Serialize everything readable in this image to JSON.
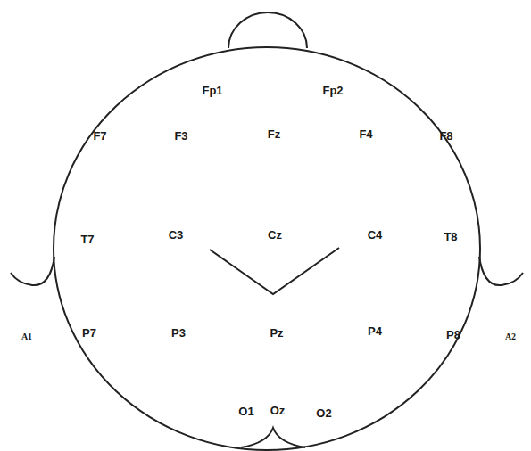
{
  "diagram": {
    "labels": [
      "Fp1",
      "Fp2",
      "F7",
      "F3",
      "Fz",
      "F4",
      "F8",
      "T7",
      "C3",
      "Cz",
      "C4",
      "T8",
      "A1",
      "A2",
      "P7",
      "P3",
      "Pz",
      "P4",
      "P8",
      "O1",
      "Oz",
      "O2"
    ]
  }
}
